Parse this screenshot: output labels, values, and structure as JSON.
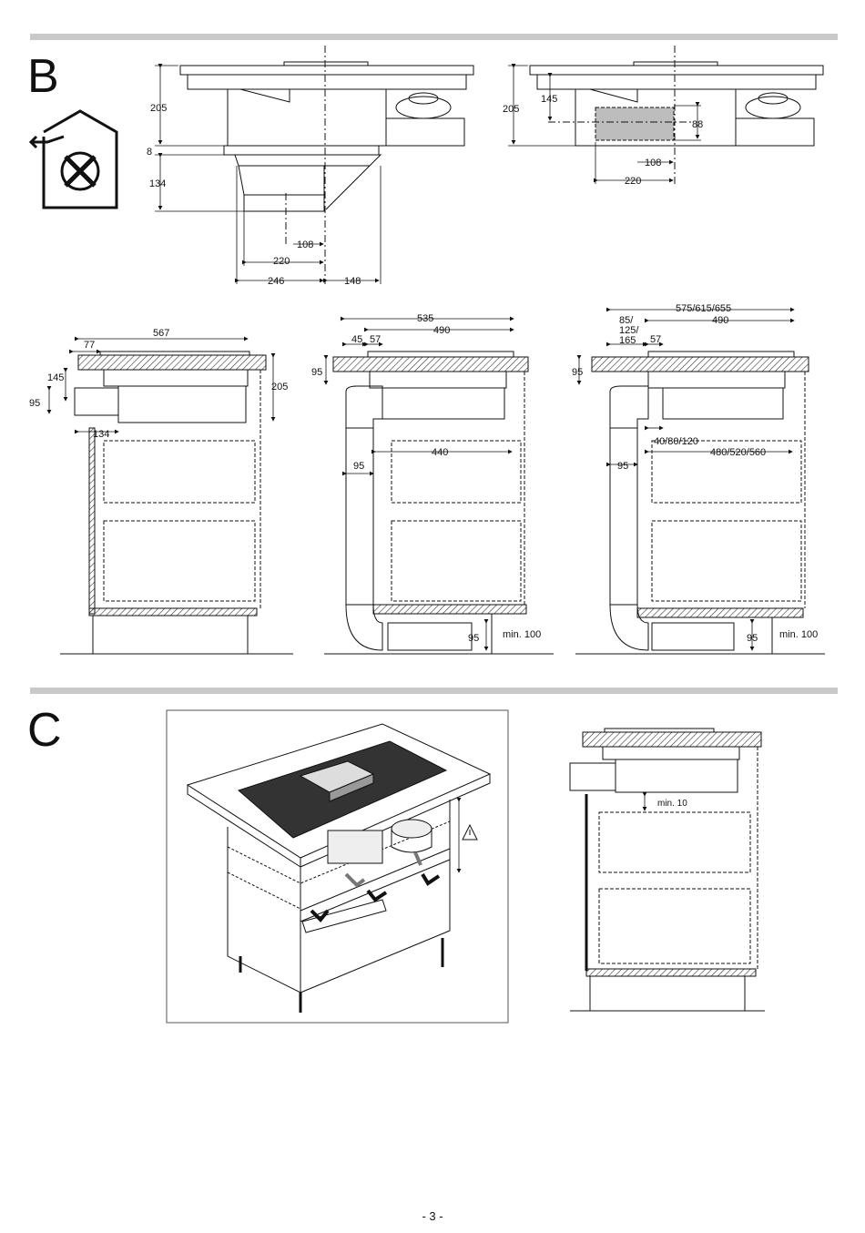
{
  "sections": {
    "b": "B",
    "c": "C"
  },
  "page_number": "- 3 -",
  "b_top_left": {
    "h205": "205",
    "h8": "8",
    "h134": "134",
    "w108": "108",
    "w220": "220",
    "w246": "246",
    "w148": "148"
  },
  "b_top_right": {
    "h205": "205",
    "h145": "145",
    "h88": "88",
    "w108": "108",
    "w220": "220"
  },
  "b_left": {
    "w567": "567",
    "w77": "77",
    "h145": "145",
    "h95": "95",
    "h205": "205",
    "w134": "134"
  },
  "b_mid": {
    "w535": "535",
    "w490": "490",
    "w45": "45",
    "w57": "57",
    "h95": "95",
    "w440": "440",
    "w95": "95",
    "h95b": "95",
    "min100": "min. 100"
  },
  "b_right": {
    "w575": "575/615/655",
    "l85": "85/",
    "l125": "125/",
    "l165": "165",
    "w490": "490",
    "w57": "57",
    "h95": "95",
    "o40": "40/80/120",
    "w480": "480/520/560",
    "w95": "95",
    "h95b": "95",
    "min100": "min. 100"
  },
  "c_right": {
    "min10": "min. 10"
  },
  "colors": {
    "bar": "#c9c9c9",
    "hatch": "#333333",
    "grey_box": "#bdbdbd"
  }
}
